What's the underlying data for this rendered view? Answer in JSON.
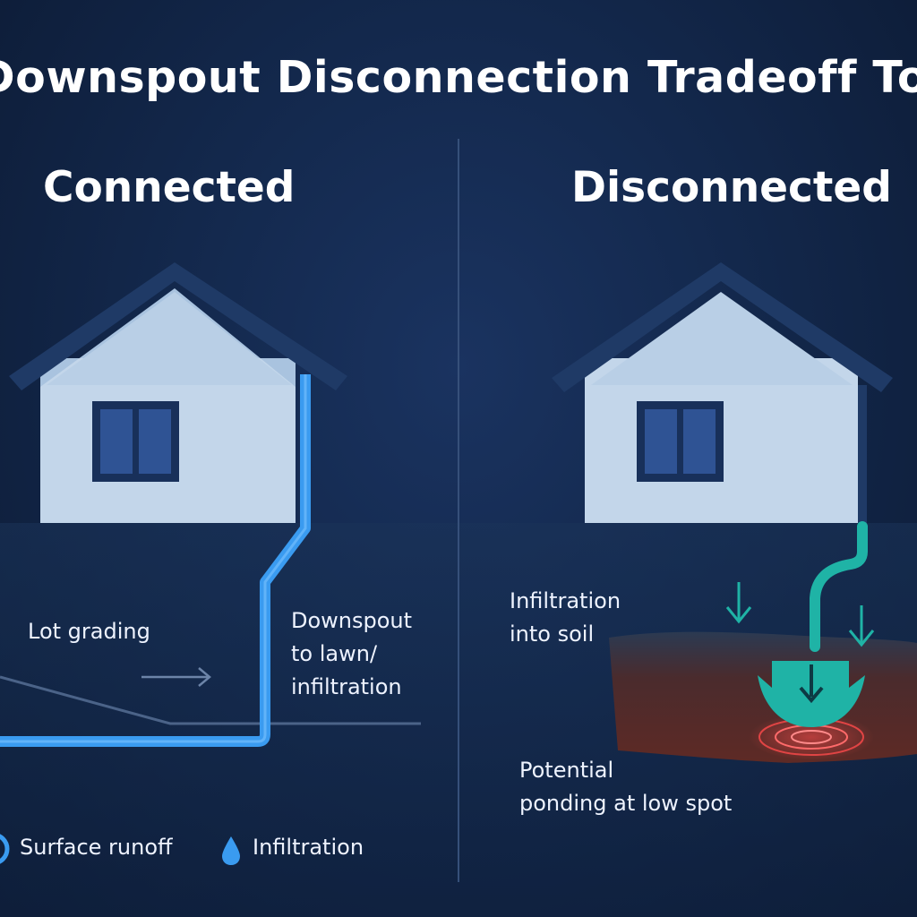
{
  "title": "Downspout Disconnection Tradeoff Tool",
  "panels": {
    "connected": {
      "title": "Connected",
      "lot_grading_label": "Lot grading",
      "downspout_label_lines": [
        "Downspout",
        "to lawn/",
        "infiltration"
      ]
    },
    "disconnected": {
      "title": "Disconnected",
      "infiltration_label_lines": [
        "Infiltration",
        "into soil"
      ],
      "ponding_label_lines": [
        "Potential",
        "ponding at low spot"
      ]
    }
  },
  "legend": {
    "surface_runoff": "Surface runoff",
    "infiltration": "Infiltration"
  },
  "colors": {
    "background": "#13284c",
    "roof": "#1f3a66",
    "wall": "#c3d6ea",
    "window": "#2f5394",
    "runoff": "#3a9bf0",
    "infiltration_teal": "#1fb3a6",
    "ponding": "#d83a3a",
    "soil": "#5a2a26"
  },
  "icons": {
    "legend_surface": "circle-icon",
    "legend_infiltration": "water-drop-icon"
  }
}
